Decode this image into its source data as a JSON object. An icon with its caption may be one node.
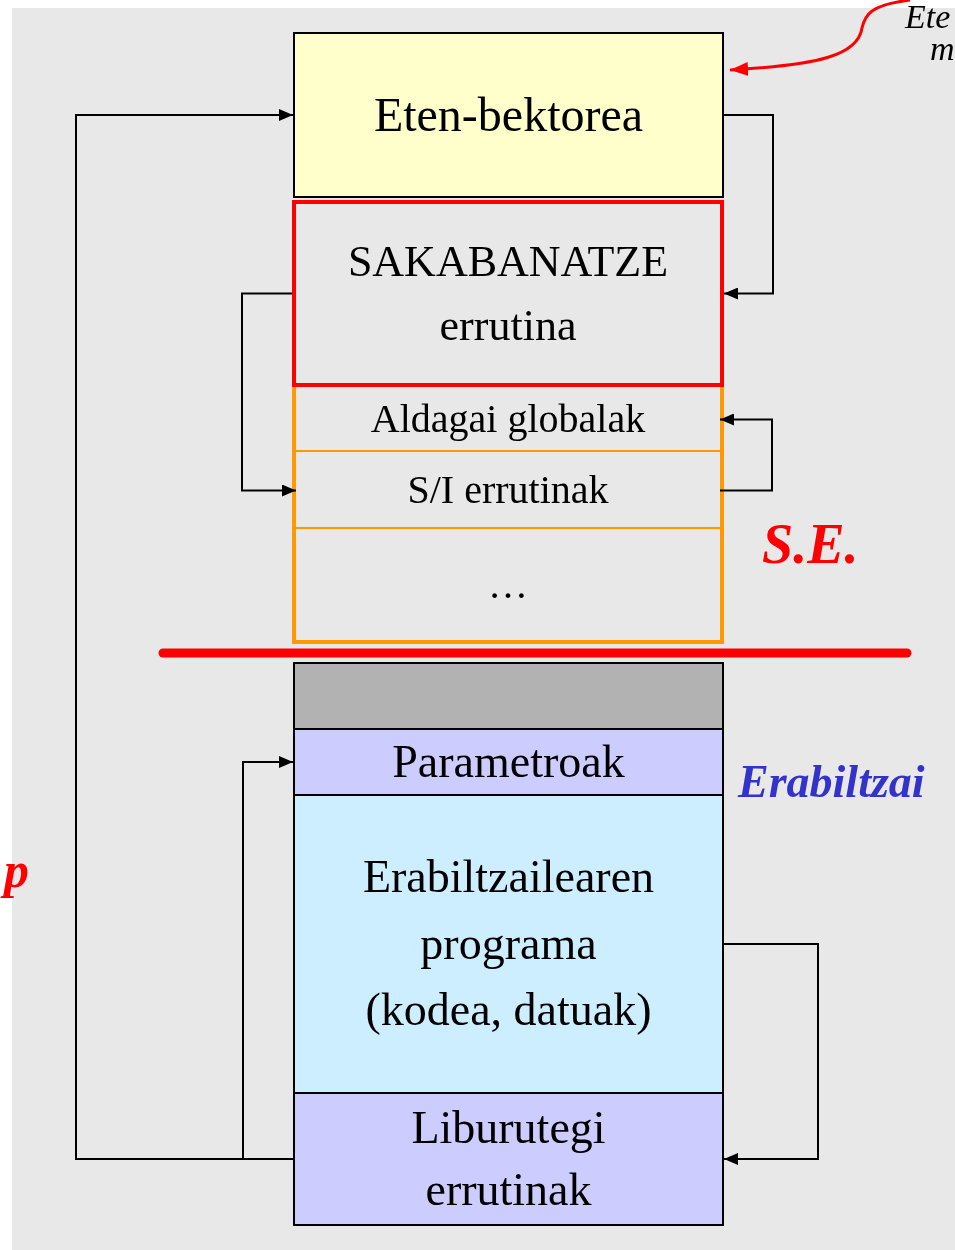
{
  "diagram": {
    "nodes": [
      {
        "text": [
          "Ete",
          "m"
        ]
      },
      {
        "text": [
          "Eten-bektorea"
        ]
      },
      {
        "text": [],
        "shape": "box"
      },
      {
        "text": [
          "SAKABANATZE errutina"
        ],
        "in": 2
      },
      {
        "text": [
          "Aldagai globalak"
        ],
        "in": 2
      },
      {
        "text": [
          "S/I errutinak"
        ],
        "in": 2
      },
      {
        "text": [
          "…"
        ],
        "in": 2
      },
      {
        "text": [],
        "shape": "box"
      },
      {
        "text": [
          "Parametroak"
        ]
      },
      {
        "text": [
          "Erabiltzailearen programa (kodea, datuak)"
        ]
      },
      {
        "text": [
          "Liburutegi errutinak"
        ]
      }
    ],
    "edges": [
      {
        "from": 0,
        "to": 1,
        "arrow": "to",
        "color": "#ff0000"
      },
      {
        "from": 1,
        "to": 3,
        "arrow": "to"
      },
      {
        "from": 3,
        "to": 5,
        "arrow": "to"
      },
      {
        "from": 5,
        "to": 4,
        "arrow": "to"
      },
      {
        "from": 9,
        "to": 10,
        "arrow": "to"
      },
      {
        "from": 10,
        "to": 8,
        "arrow": "to"
      },
      {
        "from": 10,
        "to": 1,
        "arrow": "to"
      }
    ],
    "labels": [
      "S.E.",
      "Erabiltzai",
      "p"
    ]
  }
}
